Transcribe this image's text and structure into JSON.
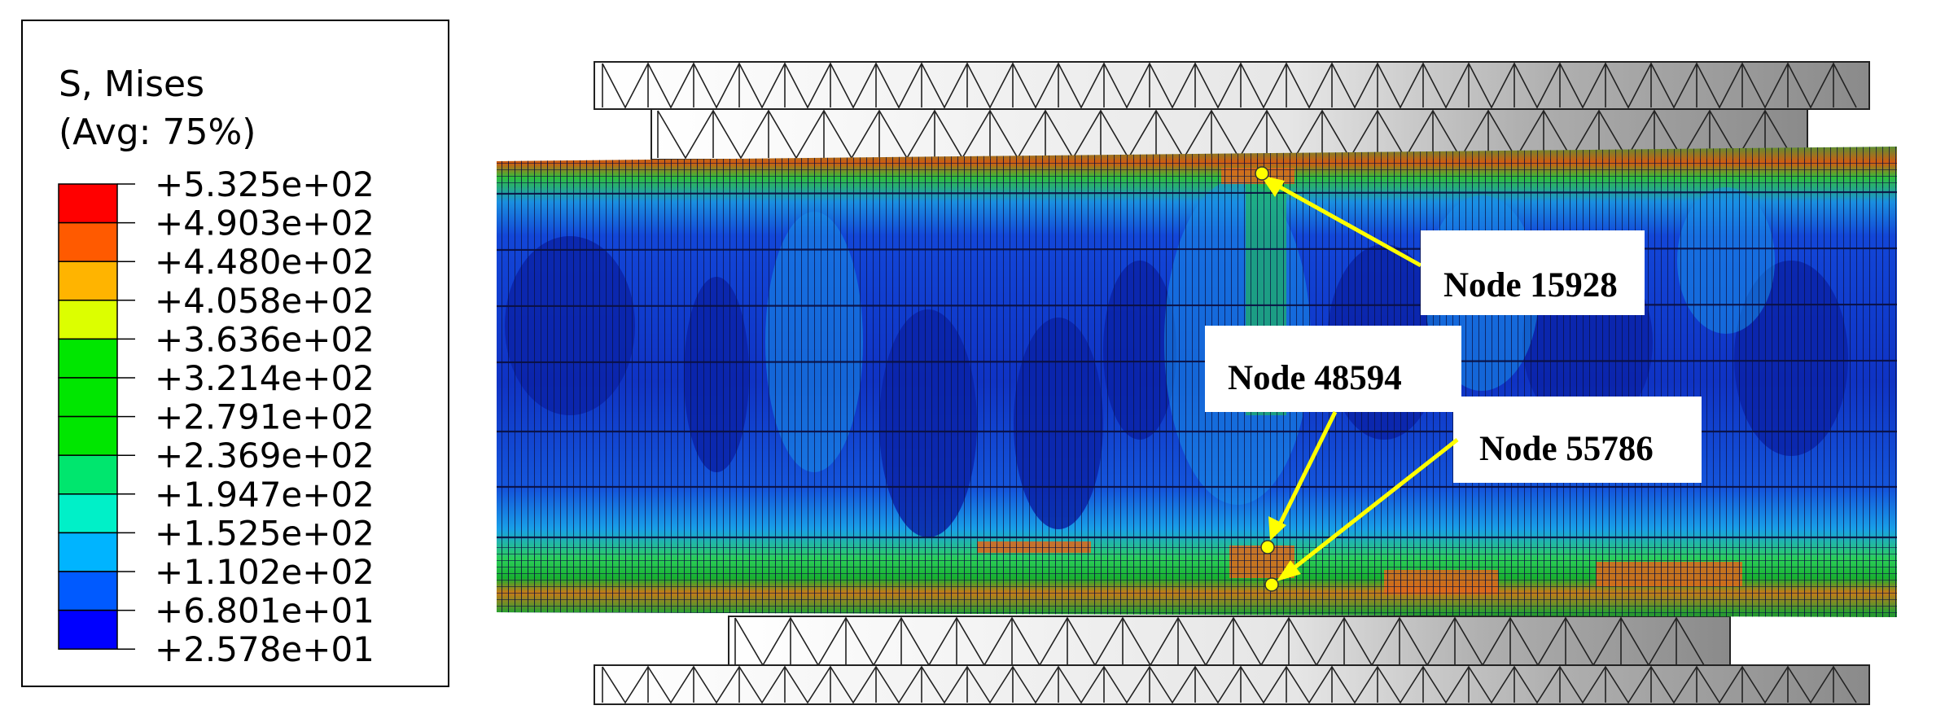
{
  "legend": {
    "title_line1": "S, Mises",
    "title_line2": "(Avg: 75%)",
    "levels": [
      {
        "label": "+5.325e+02",
        "color": "#ff0000"
      },
      {
        "label": "+4.903e+02",
        "color": "#ff5a00"
      },
      {
        "label": "+4.480e+02",
        "color": "#ffb400"
      },
      {
        "label": "+4.058e+02",
        "color": "#dcff00"
      },
      {
        "label": "+3.636e+02",
        "color": "#00e600"
      },
      {
        "label": "+3.214e+02",
        "color": "#00e600"
      },
      {
        "label": "+2.791e+02",
        "color": "#00e600"
      },
      {
        "label": "+2.369e+02",
        "color": "#00e66e"
      },
      {
        "label": "+1.947e+02",
        "color": "#00f0c8"
      },
      {
        "label": "+1.525e+02",
        "color": "#00b4ff"
      },
      {
        "label": "+1.102e+02",
        "color": "#005aff"
      },
      {
        "label": "+6.801e+01",
        "color": "#0000ff"
      },
      {
        "label": "+2.578e+01",
        "color": ""
      }
    ]
  },
  "annotations": [
    {
      "id": "node-15928",
      "label": "Node 15928"
    },
    {
      "id": "node-48594",
      "label": "Node 48594"
    },
    {
      "id": "node-55786",
      "label": "Node 55786"
    }
  ],
  "colors": {
    "marker": "#ffff00",
    "pipe_base": "#1a3fc8",
    "mesh_line": "#0a0f40",
    "die_fill": "#d9d9d9"
  }
}
